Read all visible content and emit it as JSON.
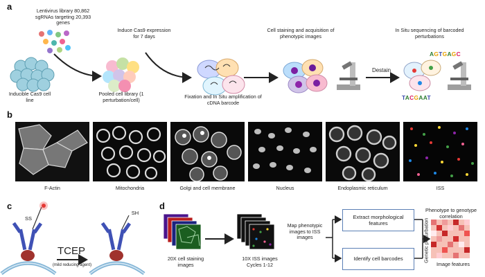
{
  "panels": {
    "a": "a",
    "b": "b",
    "c": "c",
    "d": "d"
  },
  "panel_a": {
    "library": "Lentivirus library 80,862 sgRNAs targeting 20,393 genes",
    "cell_line": "Inducible Cas9 cell line",
    "induce": "Induce Cas9 expression for 7 days",
    "pooled": "Pooled cell library (1 perturbation/cell)",
    "fixation": "Fixation and In Situ amplification of cDNA barcode",
    "staining": "Cell staining and acquisition of phenotypic images",
    "destain": "Destain",
    "iss": "In Situ sequencing of barcoded perturbations",
    "seq1": "AGTGAGC",
    "seq2": "TACGAAT",
    "base_colors": {
      "A": "#2e7d32",
      "G": "#e6a000",
      "T": "#3949ab",
      "C": "#d81b60"
    }
  },
  "panel_b": {
    "images": [
      {
        "label": "F-Actin"
      },
      {
        "label": "Mitochondria"
      },
      {
        "label": "Golgi and cell membrane"
      },
      {
        "label": "Nucleus"
      },
      {
        "label": "Endoplasmic reticulum"
      },
      {
        "label": "ISS"
      }
    ]
  },
  "panel_c": {
    "reagent": "TCEP",
    "note": "(mild reducing agent)",
    "left_group": "SS",
    "right_group": "SH"
  },
  "panel_d": {
    "stack1_label": "20X cell staining images",
    "stack2_label": "10X ISS images Cycles 1-12",
    "map_label": "Map phenotypic images to ISS images",
    "box1": "Extract morphological features",
    "box2": "Identify cell barcodes",
    "heatmap_title": "Phenotype to genotype correlation",
    "y_axis": "Genetic perturbation",
    "x_axis": "Image features"
  }
}
